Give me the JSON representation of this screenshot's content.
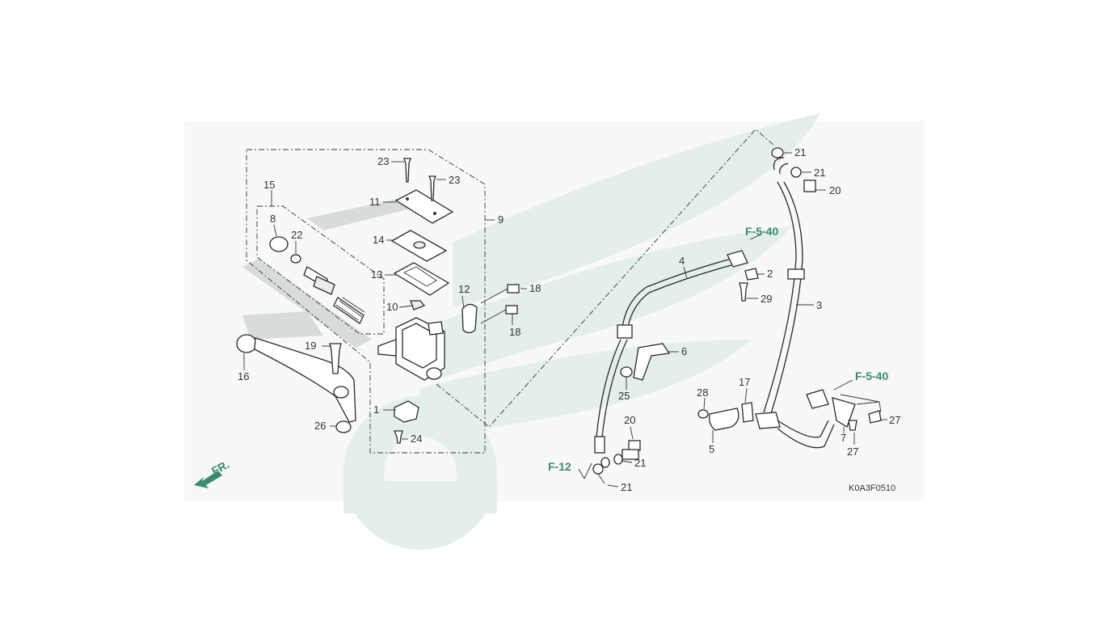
{
  "diagram": {
    "code": "K0A3F0510",
    "direction_label": "FR.",
    "references": {
      "ref_f540_top": "F-5-40",
      "ref_f540_right": "F-5-40",
      "ref_f12": "F-12"
    },
    "callouts": {
      "c1": "1",
      "c2": "2",
      "c3": "3",
      "c4": "4",
      "c5": "5",
      "c6": "6",
      "c7": "7",
      "c8": "8",
      "c9": "9",
      "c10": "10",
      "c11": "11",
      "c12": "12",
      "c13": "13",
      "c14": "14",
      "c15": "15",
      "c16": "16",
      "c17": "17",
      "c18a": "18",
      "c18b": "18",
      "c19": "19",
      "c20a": "20",
      "c20b": "20",
      "c21a": "21",
      "c21b": "21",
      "c21c": "21",
      "c21d": "21",
      "c22": "22",
      "c23a": "23",
      "c23b": "23",
      "c24": "24",
      "c25": "25",
      "c26": "26",
      "c27a": "27",
      "c27b": "27",
      "c28": "28",
      "c29": "29"
    },
    "colors": {
      "watermark": "#e4efec",
      "reference_text": "#3c8a72",
      "line": "#333333"
    }
  }
}
